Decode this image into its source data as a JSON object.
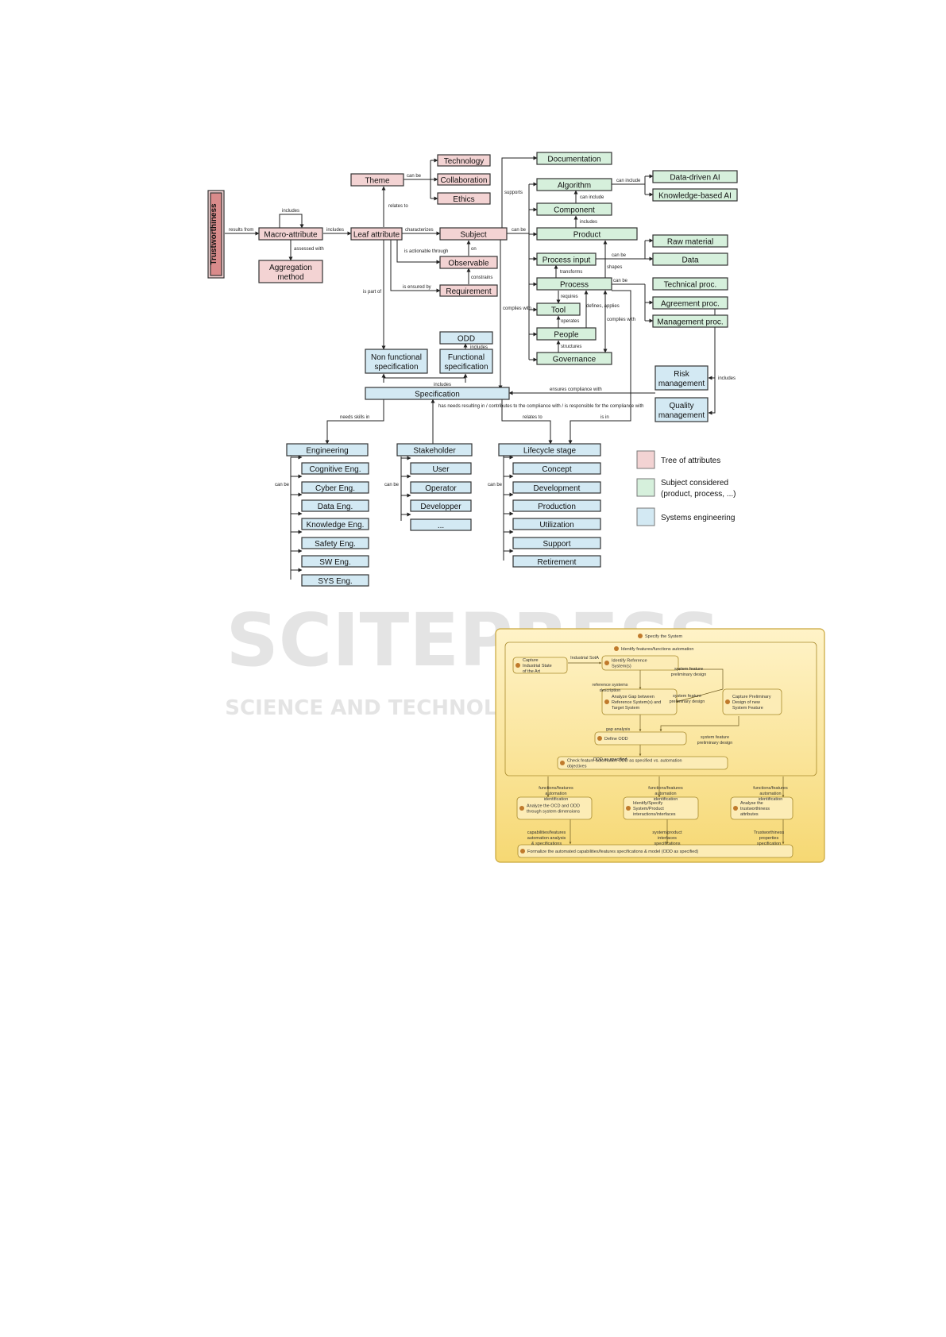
{
  "diagram1": {
    "root": "Trustworthiness",
    "nodes": {
      "macro_attribute": "Macro-attribute",
      "aggregation_method": "Aggregation method",
      "leaf_attribute": "Leaf attribute",
      "theme": "Theme",
      "technology": "Technology",
      "collaboration": "Collaboration",
      "ethics": "Ethics",
      "subject": "Subject",
      "observable": "Observable",
      "requirement": "Requirement",
      "documentation": "Documentation",
      "algorithm": "Algorithm",
      "component": "Component",
      "product": "Product",
      "process_input": "Process input",
      "process": "Process",
      "tool": "Tool",
      "people": "People",
      "governance": "Governance",
      "data_driven_ai": "Data-driven AI",
      "knowledge_based_ai": "Knowledge-based AI",
      "raw_material": "Raw material",
      "data": "Data",
      "technical_proc": "Technical proc.",
      "agreement_proc": "Agreement proc.",
      "management_proc": "Management proc.",
      "odd": "ODD",
      "non_functional_spec": "Non functional specification",
      "functional_spec": "Functional specification",
      "specification": "Specification",
      "risk_management": "Risk management",
      "quality_management": "Quality management",
      "engineering": "Engineering",
      "cognitive_eng": "Cognitive Eng.",
      "cyber_eng": "Cyber Eng.",
      "data_eng": "Data Eng.",
      "knowledge_eng": "Knowledge Eng.",
      "safety_eng": "Safety Eng.",
      "sw_eng": "SW Eng.",
      "sys_eng": "SYS Eng.",
      "stakeholder": "Stakeholder",
      "user": "User",
      "operator": "Operator",
      "developper": "Developper",
      "ellipsis": "...",
      "lifecycle_stage": "Lifecycle stage",
      "concept": "Concept",
      "development": "Development",
      "production": "Production",
      "utilization": "Utilization",
      "support": "Support",
      "retirement": "Retirement"
    },
    "edge_labels": {
      "results_from": "results from",
      "includes": "includes",
      "assessed_with": "assessed with",
      "can_be": "can be",
      "relates_to": "relates to",
      "characterizes": "characterizes",
      "is_actionable_through": "is actionable through",
      "on": "on",
      "constrains": "constrains",
      "is_ensured_by": "is ensured by",
      "is_part_of": "is part of",
      "supports": "supports",
      "can_include": "can include",
      "transforms": "transforms",
      "shapes": "shapes",
      "requires": "requires",
      "defines_applies": "defines, applies",
      "operates": "operates",
      "structures": "structures",
      "complies_with": "complies with",
      "ensures_compliance_with": "ensures compliance with",
      "needs_skills_in": "needs skills in",
      "has_needs": "has needs resulting in / contributes to the compliance with / is responsible for the compliance with",
      "relates_to2": "relates to",
      "is_in": "is in"
    },
    "legend": [
      {
        "label": "Tree of attributes",
        "color": "#f3d3d3"
      },
      {
        "label": "Subject considered (product, process, ...)",
        "color": "#d6f0dc"
      },
      {
        "label": "Systems engineering",
        "color": "#d3e9f3"
      }
    ]
  },
  "diagram2": {
    "title": "Specify the System",
    "inner_title": "Identify features/functions automation",
    "activities": {
      "capture_sota": "Capture Industrial State of the Art",
      "identify_ref": "Identify Reference System(s)",
      "analyze_gap": "Analyze Gap between Reference System(s) and Target System",
      "capture_prelim": "Capture Preliminary Design of new System Feature",
      "define_odd": "Define ODD",
      "check_feature": "Check feature automation ODD as specified vs. automation objectives",
      "analyze_ocd": "Analyze the OCD and ODD through system dimensions",
      "identify_specify": "Identify/Specify System/Product interactions/interfaces",
      "analyse_trust": "Analyse the trustworthiness attributes",
      "formalize": "Formalize the automated capabilities/features specifications & model (ODD as specified)"
    },
    "artifacts": {
      "industrial_sota": "Industrial SotA",
      "sys_feature_prelim": "system feature preliminary design",
      "ref_sys_desc": "reference systems description",
      "sys_feature_prelim2": "system feature preliminary design",
      "gap_analysis": "gap analysis",
      "sys_feature_prelim3": "system feature preliminary design",
      "odd_as_specified": "ODD as specified",
      "func_auto_id_1": "functions/features automation identification",
      "func_auto_id_2": "functions/features automation identification",
      "func_auto_id_3": "functions/features automation identification",
      "capabilities_spec": "capabilities/features automation analysis & specifications",
      "interfaces_spec": "system/product interfaces specifications",
      "trust_props_spec": "Trustworthiness properties specification"
    }
  },
  "watermark": {
    "line1": "SCITEPRESS",
    "line2": "SCIENCE AND TECHNOLOGY PUBLICATIONS"
  }
}
